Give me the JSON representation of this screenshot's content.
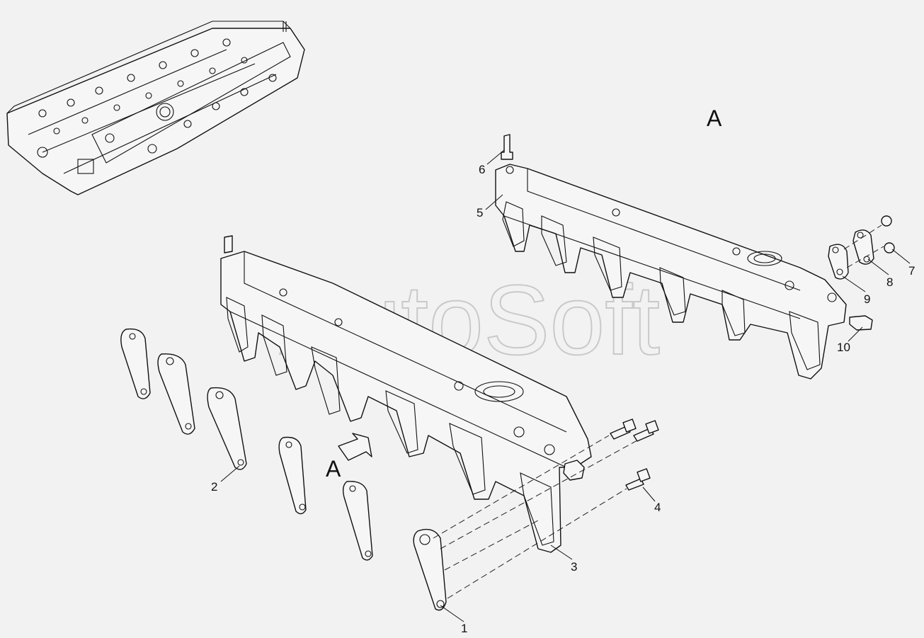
{
  "watermark": "AutoSoft",
  "view_letter": "A",
  "arrow_letter": "A",
  "callouts": [
    "1",
    "2",
    "3",
    "4",
    "5",
    "6",
    "7",
    "8",
    "9",
    "10"
  ]
}
